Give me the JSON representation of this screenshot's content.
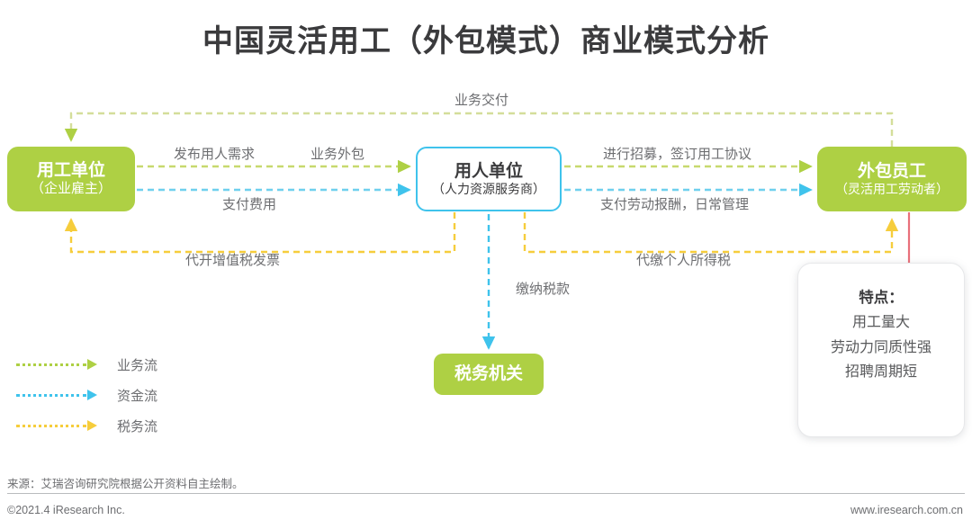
{
  "title": "中国灵活用工（外包模式）商业模式分析",
  "colors": {
    "green": "#aed044",
    "blue": "#3fc3ec",
    "yellow": "#f6cd3c",
    "red": "#e8707a",
    "text": "#58595b",
    "title": "#3b3b3d"
  },
  "nodes": {
    "employer": {
      "main": "用工单位",
      "sub": "（企业雇主）"
    },
    "agency": {
      "main": "用人单位",
      "sub": "（人力资源服务商）"
    },
    "worker": {
      "main": "外包员工",
      "sub": "（灵活用工劳动者）"
    },
    "tax": {
      "main": "税务机关"
    }
  },
  "edges": {
    "delivery": "业务交付",
    "post_demand": "发布用人需求",
    "outsource": "业务外包",
    "pay_fee": "支付费用",
    "recruit_sign": "进行招募，签订用工协议",
    "pay_wage_manage": "支付劳动报酬，日常管理",
    "vat_invoice": "代开增值税发票",
    "withhold_income_tax": "代缴个人所得税",
    "pay_tax": "缴纳税款"
  },
  "feature_panel": {
    "title": "特点：",
    "items": [
      "用工量大",
      "劳动力同质性强",
      "招聘周期短"
    ]
  },
  "legend": [
    {
      "label": "业务流",
      "color": "#aed044"
    },
    {
      "label": "资金流",
      "color": "#3fc3ec"
    },
    {
      "label": "税务流",
      "color": "#f6cd3c"
    }
  ],
  "footer": {
    "source": "来源：艾瑞咨询研究院根据公开资料自主绘制。",
    "copyright": "©2021.4 iResearch Inc.",
    "website": "www.iresearch.com.cn"
  }
}
